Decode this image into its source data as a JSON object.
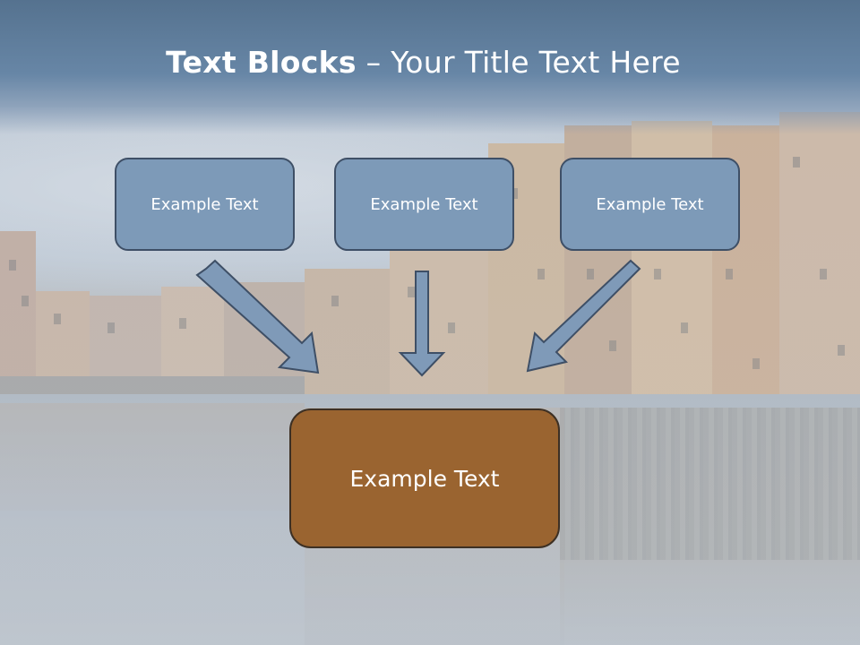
{
  "title": {
    "bold_part": "Text Blocks",
    "separator": " – ",
    "rest": "Your Title Text Here"
  },
  "boxes": {
    "top": [
      "Example Text",
      "Example Text",
      "Example Text"
    ],
    "bottom": "Example Text"
  },
  "colors": {
    "title_band": "#5f7d9c",
    "small_box_fill": "#7d9ab8",
    "small_box_border": "#3e4f66",
    "big_box_fill": "#9a6430",
    "big_box_border": "#3d3024",
    "arrow_fill": "#7f9ab8",
    "arrow_stroke": "#3e4f66"
  }
}
